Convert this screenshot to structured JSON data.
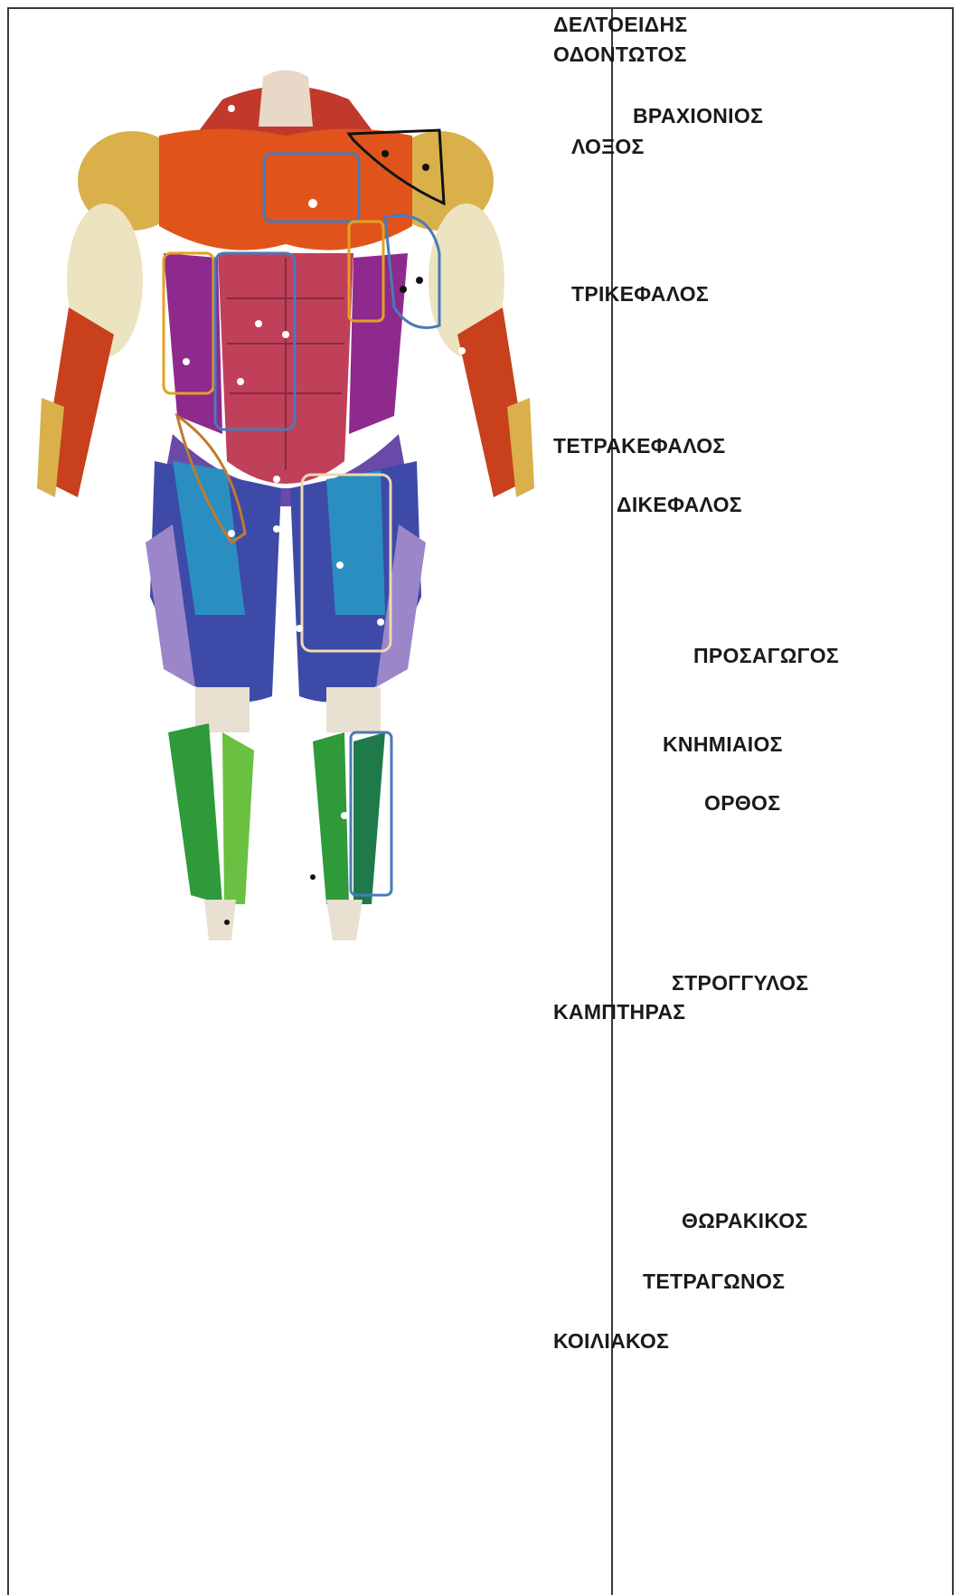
{
  "labels": {
    "deltoid": "ΔΕΛΤΟΕΙΔΗΣ",
    "serratus": "ΟΔΟΝΤΩΤΟΣ",
    "brachialis": "ΒΡΑΧΙΟΝΙΟΣ",
    "oblique": "ΛΟΞΟΣ",
    "triceps": "ΤΡΙΚΕΦΑΛΟΣ",
    "quadriceps": "ΤΕΤΡΑΚΕΦΑΛΟΣ",
    "biceps": "ΔΙΚΕΦΑΛΟΣ",
    "adductor": "ΠΡΟΣΑΓΩΓΟΣ",
    "tibialis": "ΚΝΗΜΙΑΙΟΣ",
    "rectus": "ΟΡΘΟΣ",
    "teres": "ΣΤΡΟΓΓΥΛΟΣ",
    "flexor": "ΚΑΜΠΤΗΡΑΣ",
    "pectoral": "ΘΩΡΑΚΙΚΟΣ",
    "quadratus": "ΤΕΤΡΑΓΩΝΟΣ",
    "abdominal": "ΚΟΙΛΙΑΚΟΣ"
  },
  "colors": {
    "border": "#3a3a3a",
    "highlight_blue": "#4a7ab8",
    "highlight_orange": "#e3a020",
    "highlight_black": "#111111",
    "highlight_brown": "#c07a30",
    "highlight_cream": "#efd8b0"
  }
}
